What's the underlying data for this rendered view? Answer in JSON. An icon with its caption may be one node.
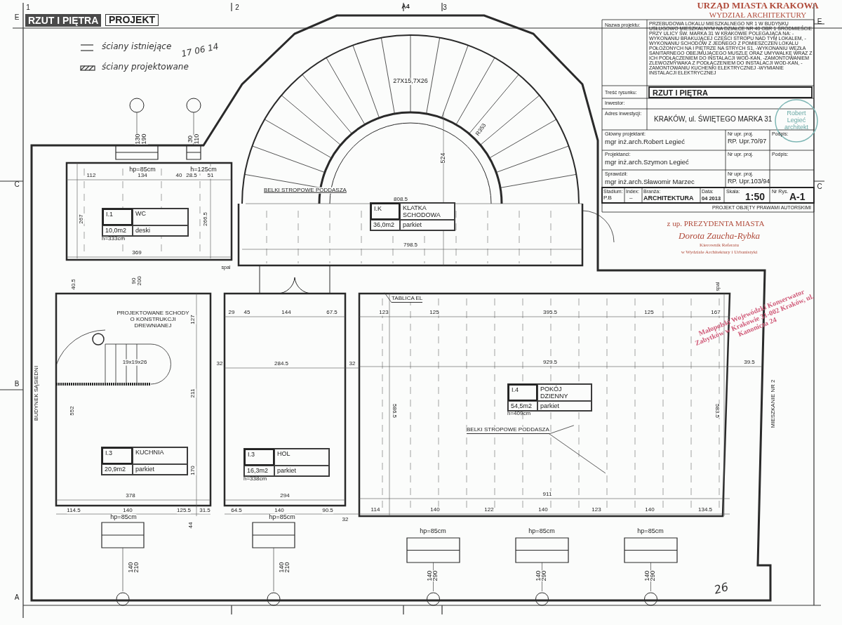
{
  "diagram": {
    "title": "RZUT I PIĘTRA",
    "nodes": [
      {
        "text": [
          "I.1",
          "WC",
          "10,0m2",
          "deski"
        ],
        "beside": [
          "h=333cm"
        ]
      },
      {
        "text": [
          "I.K",
          "KLATKA SCHODOWA",
          "36,0m2",
          "parkiet"
        ]
      },
      {
        "text": [
          "TABLICA EL"
        ]
      },
      {
        "text": [
          "I.3",
          "KUCHNIA",
          "20,9m2",
          "parkiet"
        ]
      },
      {
        "text": [
          "I.3",
          "HOL",
          "16,3m2",
          "parkiet"
        ],
        "beside": [
          "h=338cm"
        ]
      },
      {
        "text": [
          "I.4",
          "POKÓJ DZIENNY",
          "54,5m2",
          "parkiet"
        ],
        "beside": [
          "h=409cm"
        ]
      },
      {
        "text": [
          "BELKI STROPOWE PODDASZA"
        ]
      }
    ],
    "edges": [
      {
        "from": 2,
        "to": null,
        "arrow": "none"
      },
      {
        "from": 6,
        "to": null,
        "arrow": "none"
      },
      {
        "from": 6,
        "to": null,
        "arrow": "none"
      }
    ],
    "labels": [
      "PROJEKT",
      "17 06 14",
      "1",
      "2",
      "A4",
      "3",
      "E",
      "C",
      "B",
      "A",
      "E",
      "C",
      "URZĄD MIASTA KRAKOWA",
      "WYDZIAŁ ARCHITEKTURY",
      "Nazwa projektu:",
      "PRZEBUDOWA LOKALU MIESZKALNEGO NR 1 W BUDYNKU USŁUGOWO MIESZKALNYM NA DZIAŁCE NR 40 OBR 1 ŚRÓDMIEŚCIE PRZY ULICY ŚW. MARKA 31 W KRAKOWIE POLEGAJĄCA NA: -WYKONANIU BRAKUJĄCEJ CZĘŚCI STROPU NAD TYM LOKALEM, -WYKONANIU SCHODÓW Z JEDNEGO Z POMIESZCZEŃ LOKALU POŁOŻONYCH NA I PIĘTRZE NA STRYCH S1, -WYKONANIU WĘZŁA SANITARNEGO OBEJMUJĄCEGO MUSZLĘ ORAZ UMYWALKĘ WRAZ Z ICH PODŁĄCZENIEM DO INSTALACJI WOD-KAN, -ZAMONTOWANIEM ZLEWOZMYWAKA Z PODŁĄCZENIEM DO INSTALACJI WOD-KAN, -ZAMONTOWANIU KUCHENKI ELEKTRYCZNEJ -WYMIANIE INSTALACJI ELEKTRYCZNEJ",
      "Treść rysunku:",
      "RZUT I PIĘTRA",
      "Inwestor:",
      "Adres inwestycji:",
      "KRAKÓW, ul. ŚWIĘTEGO MARKA 31",
      "Główny projektant:",
      "mgr inż.arch.Robert Legieć",
      "Nr upr. proj.",
      "RP. Upr.70/97",
      "Podpis:",
      "Projektanci:",
      "mgr inż.arch.Szymon Legieć",
      "Nr upr. proj.",
      "Podpis:",
      "Sprawdził:",
      "mgr inż.arch.Sławomir Marzec",
      "Nr upr. proj.",
      "RP. Upr.103/94",
      "Stadium:",
      "Index:",
      "Branża:",
      "Data:",
      "Skala:",
      "Nr Rys.",
      "P.B",
      "–",
      "ARCHITEKTURA",
      "04 2013",
      "1:50",
      "A-1",
      "PROJEKT OBJĘTY PRAWAMI AUTORSKIMI",
      "Robert Legieć architekt",
      "27X15,7X26",
      "R353",
      "524",
      "130",
      "190",
      "30",
      "110",
      "hp=85cm",
      "h=125cm",
      "112",
      "134",
      "40",
      "28.5",
      "51",
      "267",
      "266.5",
      "369",
      "spal",
      "808.5",
      "BELKI STROPOWE PODDASZA",
      "798.5",
      "40.5",
      "90",
      "200",
      "PROJEKTOWANE SCHODY O KONSTRUKCJI DREWNIANEJ",
      "127",
      "19x19x26",
      "211",
      "BUDYNEK SĄSIEDNI",
      "552",
      "170",
      "378",
      "114.5",
      "140",
      "125.5",
      "31.5",
      "44",
      "hp=85cm",
      "140",
      "210",
      "29",
      "45",
      "144",
      "67.5",
      "32",
      "284.5",
      "32",
      "294",
      "64.5",
      "140",
      "90.5",
      "32",
      "hp=85cm",
      "140",
      "210",
      "123",
      "125",
      "395.5",
      "125",
      "167",
      "929.5",
      "39.5",
      "586.5",
      "583.5",
      "MIESZKANIE NR 2",
      "911",
      "114",
      "140",
      "122",
      "140",
      "123",
      "140",
      "134.5",
      "hp=85cm",
      "hp=85cm",
      "hp=85cm",
      "140",
      "290",
      "140",
      "290",
      "140",
      "290",
      "spal",
      "z up. PREZYDENTA MIASTA",
      "Dorota Zaucha-Rybka",
      "Kierownik Referatu",
      "w Wydziale Architektury i Urbanistyki",
      "Małopolski Wojewódzki Konserwator Zabytków w Krakowie 31-002 Kraków, ul. Kanonicza 24",
      "26"
    ],
    "legend": [
      {
        "text": "ściany istniejące"
      },
      {
        "text": "ściany projektowane"
      }
    ]
  }
}
